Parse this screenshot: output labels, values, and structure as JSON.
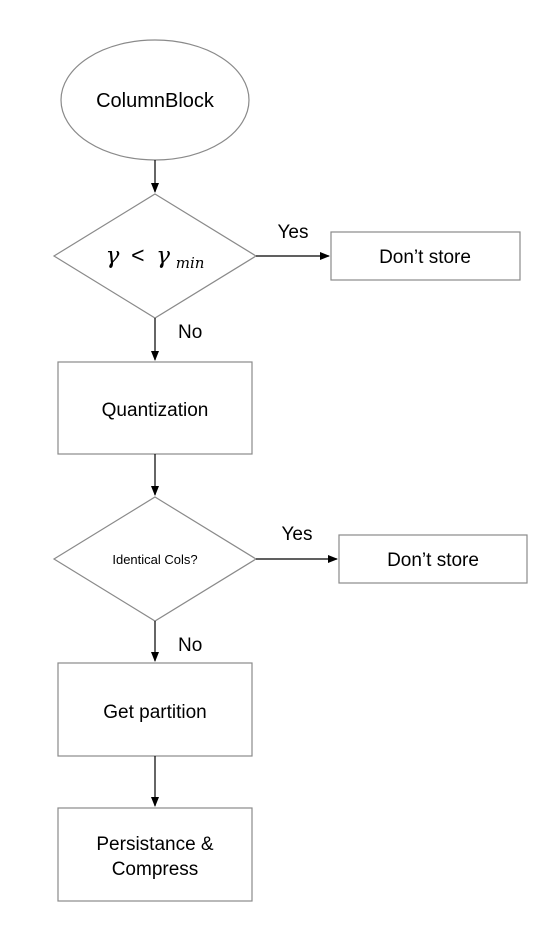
{
  "nodes": {
    "start": "ColumnBlock",
    "decision1": {
      "symbol": "γ",
      "operator": "<",
      "threshold_symbol": "γ",
      "threshold_subscript": "min"
    },
    "dont_store_1": "Don’t store",
    "quantization": "Quantization",
    "decision2": "Identical Cols?",
    "dont_store_2": "Don’t store",
    "get_partition": "Get partition",
    "persist": [
      "Persistance &",
      "Compress"
    ]
  },
  "edges": {
    "decision1_yes": "Yes",
    "decision1_no": "No",
    "decision2_yes": "Yes",
    "decision2_no": "No"
  },
  "colors": {
    "shape_stroke": "#8a8a8a",
    "arrow": "#000000"
  }
}
